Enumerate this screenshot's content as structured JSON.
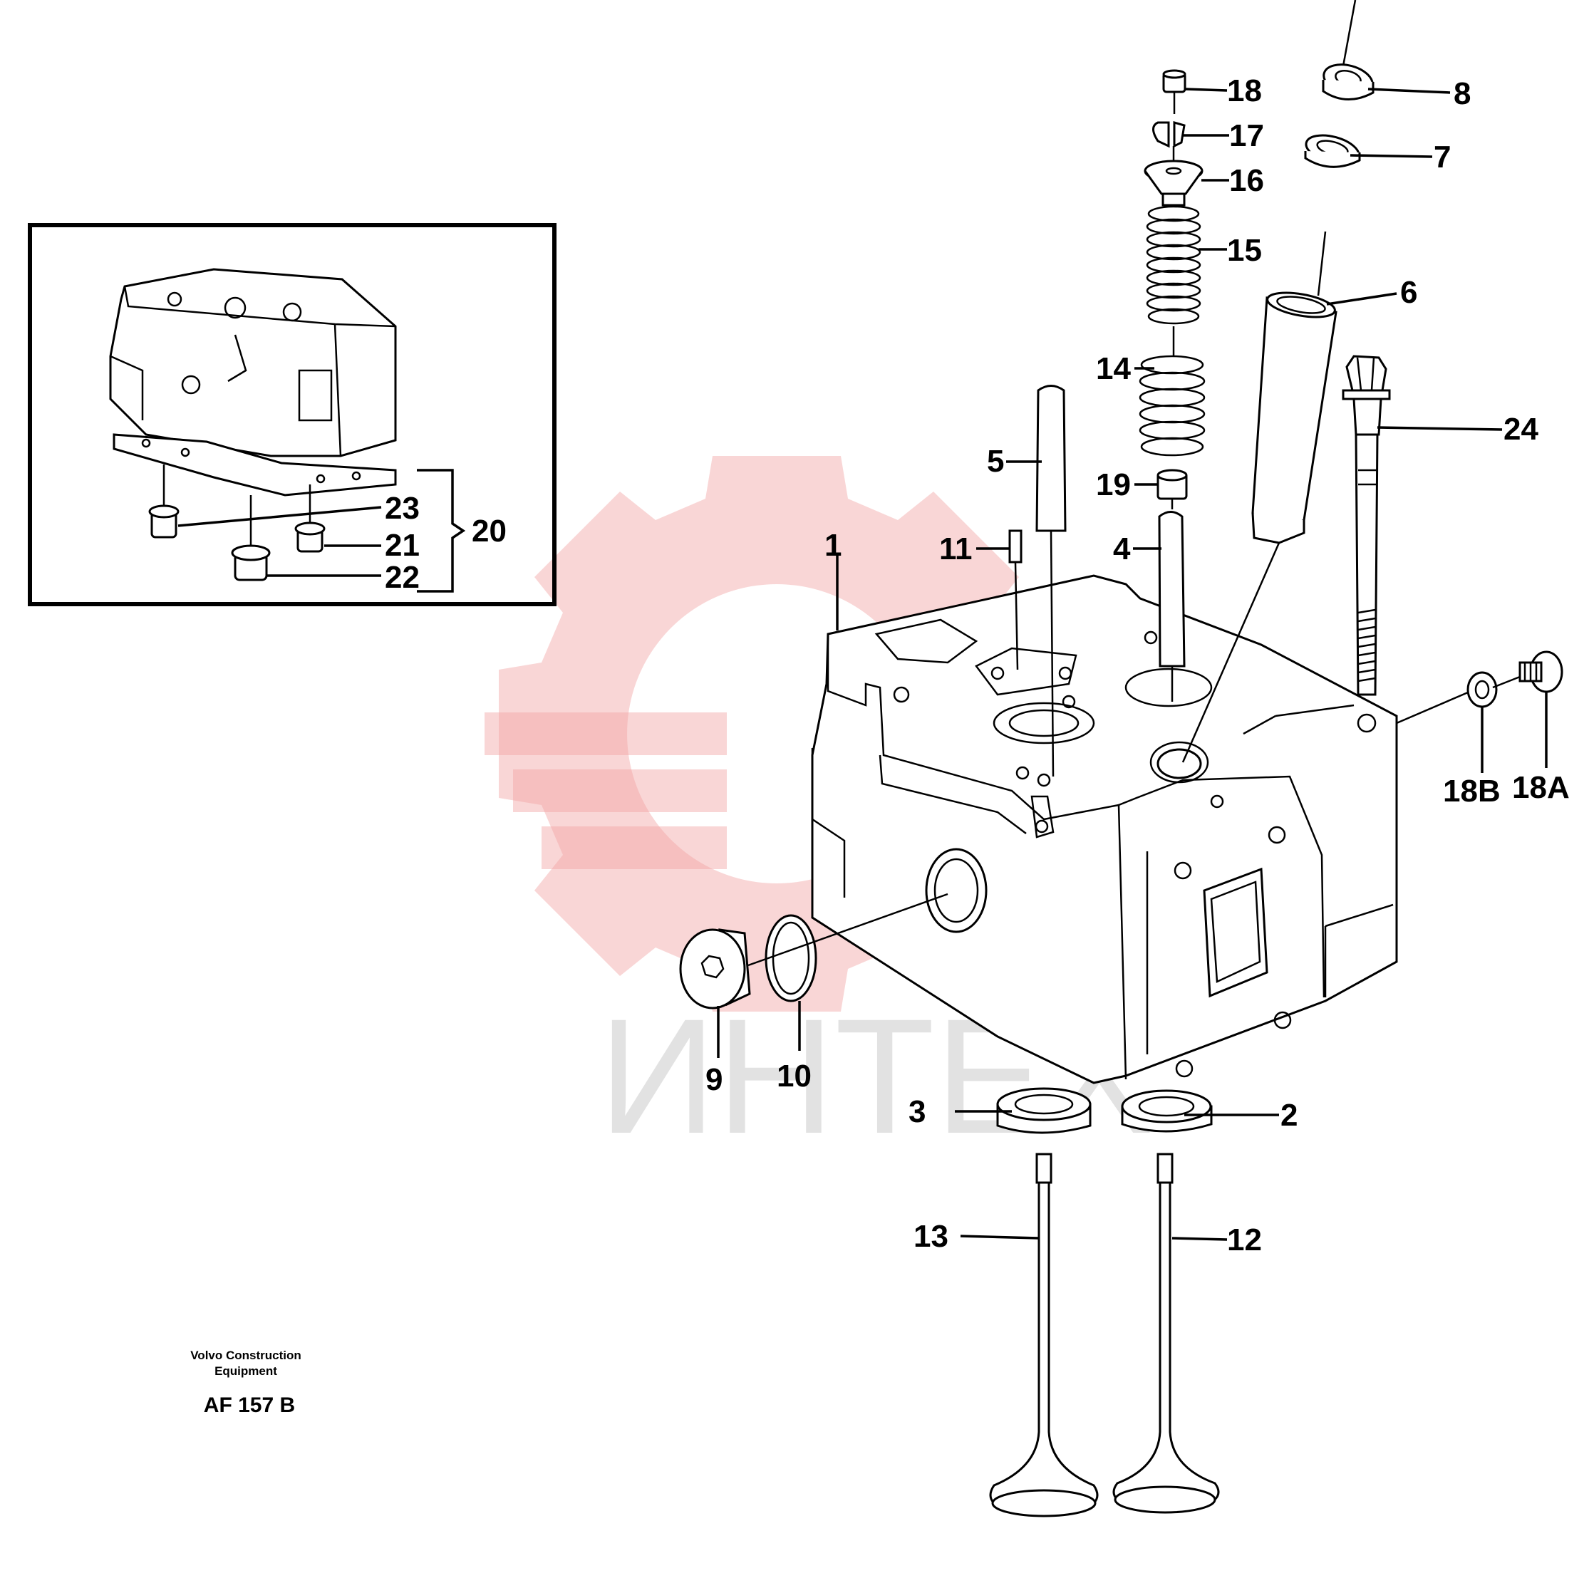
{
  "watermark": {
    "text": "ИНТЕХ",
    "color": "#f2a3a3"
  },
  "callouts": [
    {
      "id": "c1",
      "label": "1"
    },
    {
      "id": "c2",
      "label": "2"
    },
    {
      "id": "c3",
      "label": "3"
    },
    {
      "id": "c4",
      "label": "4"
    },
    {
      "id": "c5",
      "label": "5"
    },
    {
      "id": "c6",
      "label": "6"
    },
    {
      "id": "c7",
      "label": "7"
    },
    {
      "id": "c8",
      "label": "8"
    },
    {
      "id": "c9",
      "label": "9"
    },
    {
      "id": "c10",
      "label": "10"
    },
    {
      "id": "c11",
      "label": "11"
    },
    {
      "id": "c12",
      "label": "12"
    },
    {
      "id": "c13",
      "label": "13"
    },
    {
      "id": "c14",
      "label": "14"
    },
    {
      "id": "c15",
      "label": "15"
    },
    {
      "id": "c16",
      "label": "16"
    },
    {
      "id": "c17",
      "label": "17"
    },
    {
      "id": "c18",
      "label": "18"
    },
    {
      "id": "c18a",
      "label": "18A"
    },
    {
      "id": "c18b",
      "label": "18B"
    },
    {
      "id": "c19",
      "label": "19"
    },
    {
      "id": "c20",
      "label": "20"
    },
    {
      "id": "c21",
      "label": "21"
    },
    {
      "id": "c22",
      "label": "22"
    },
    {
      "id": "c23",
      "label": "23"
    },
    {
      "id": "c24",
      "label": "24"
    }
  ],
  "footer": {
    "company_line1": "Volvo Construction",
    "company_line2": "Equipment",
    "drawing_code": "AF 157 B"
  }
}
